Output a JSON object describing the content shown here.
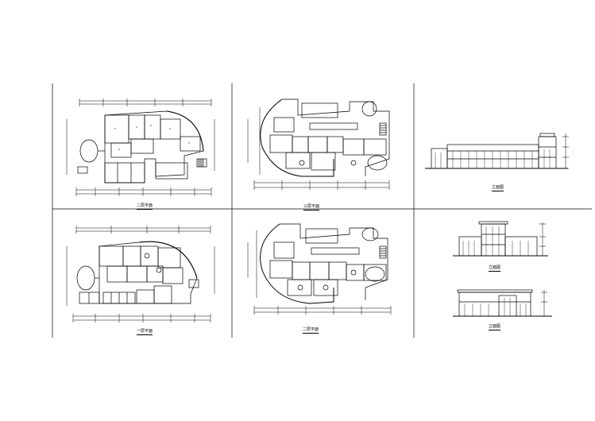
{
  "drawing_set": {
    "panels": [
      {
        "caption": "二层平面"
      },
      {
        "caption": "三层平面"
      },
      {
        "caption": "立面图"
      },
      {
        "caption": "一层平面"
      },
      {
        "caption": "二层平面"
      },
      {
        "caption": "立面图"
      },
      {
        "caption": "立面图"
      }
    ]
  },
  "colors": {
    "line": "#000000",
    "paper": "#ffffff"
  }
}
